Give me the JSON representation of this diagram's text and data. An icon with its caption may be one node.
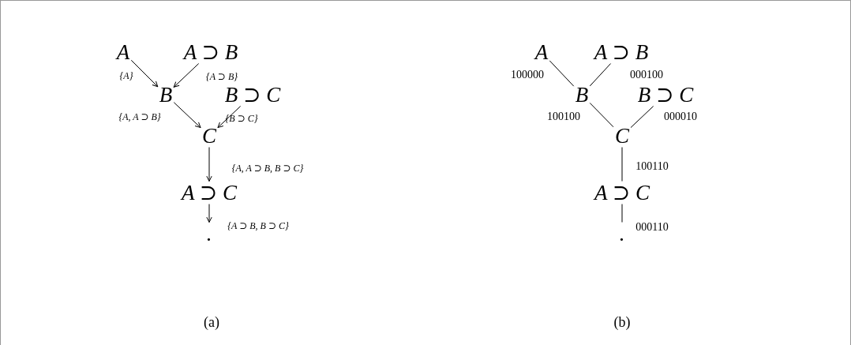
{
  "diagram": {
    "nodes": [
      {
        "text": [
          "A"
        ]
      },
      {
        "text": [
          "A ⊃ B"
        ]
      },
      {
        "text": [
          "B"
        ]
      },
      {
        "text": [
          "B ⊃ C"
        ]
      },
      {
        "text": [
          "C"
        ]
      },
      {
        "text": [
          "A ⊃ C"
        ]
      },
      {
        "text": [
          "."
        ]
      },
      {
        "text": [
          "A"
        ]
      },
      {
        "text": [
          "A ⊃ B"
        ]
      },
      {
        "text": [
          "B"
        ]
      },
      {
        "text": [
          "B ⊃ C"
        ]
      },
      {
        "text": [
          "C"
        ]
      },
      {
        "text": [
          "A ⊃ C"
        ]
      },
      {
        "text": [
          "."
        ]
      }
    ],
    "edges": [
      {
        "from": 0,
        "to": 2,
        "arrow": "to",
        "label": "{A}"
      },
      {
        "from": 1,
        "to": 2,
        "arrow": "to",
        "label": "{A ⊃ B}"
      },
      {
        "from": 2,
        "to": 4,
        "arrow": "to",
        "label": "{A, A ⊃ B}"
      },
      {
        "from": 3,
        "to": 4,
        "arrow": "to",
        "label": "{B ⊃ C}"
      },
      {
        "from": 4,
        "to": 5,
        "arrow": "to",
        "label": "{A, A ⊃ B, B ⊃ C}"
      },
      {
        "from": 5,
        "to": 6,
        "arrow": "to",
        "label": "{A ⊃ B, B ⊃ C}"
      },
      {
        "from": 7,
        "to": 9,
        "arrow": "none",
        "label": "100000"
      },
      {
        "from": 8,
        "to": 9,
        "arrow": "none",
        "label": "000100"
      },
      {
        "from": 9,
        "to": 11,
        "arrow": "none",
        "label": "100100"
      },
      {
        "from": 10,
        "to": 11,
        "arrow": "none",
        "label": "000010"
      },
      {
        "from": 11,
        "to": 12,
        "arrow": "none",
        "label": "100110"
      },
      {
        "from": 12,
        "to": 13,
        "arrow": "none",
        "label": "000110"
      }
    ],
    "labels": [
      "(a)",
      "(b)"
    ]
  }
}
